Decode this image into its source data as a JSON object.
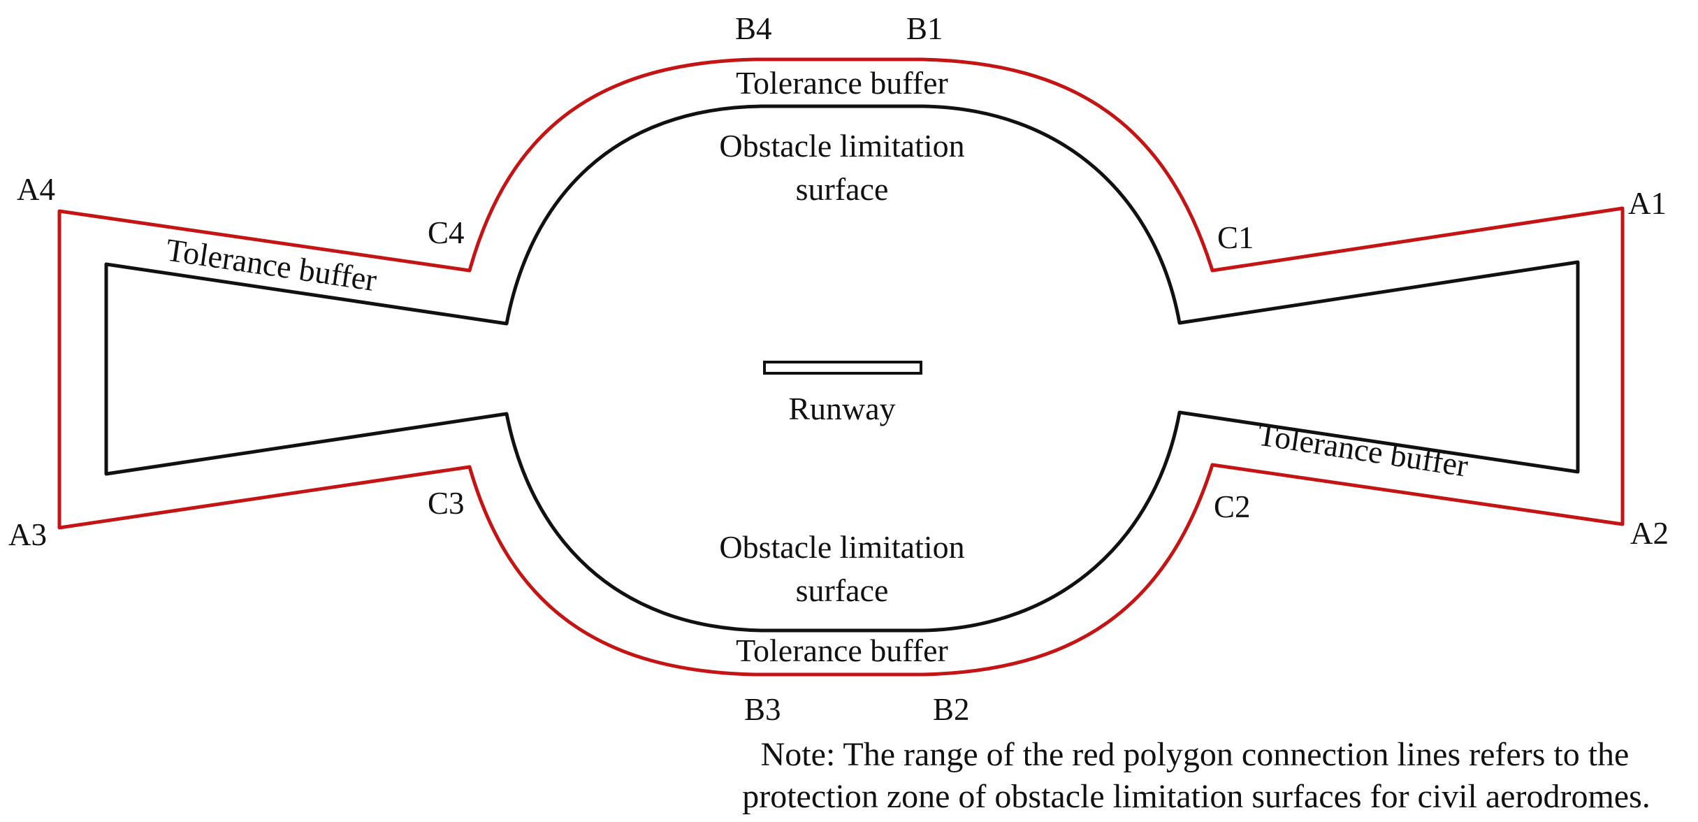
{
  "diagram": {
    "points": {
      "A1": "A1",
      "A2": "A2",
      "A3": "A3",
      "A4": "A4",
      "B1": "B1",
      "B2": "B2",
      "B3": "B3",
      "B4": "B4",
      "C1": "C1",
      "C2": "C2",
      "C3": "C3",
      "C4": "C4"
    },
    "zones": {
      "tolerance_buffer": "Tolerance buffer",
      "obstacle_surface_line1": "Obstacle limitation",
      "obstacle_surface_line2": "surface",
      "runway": "Runway"
    },
    "note": {
      "line1": "Note: The range of the red polygon connection lines refers to the",
      "line2": "protection zone of obstacle limitation surfaces for civil aerodromes."
    },
    "colors": {
      "protection_zone_outline": "#c41414",
      "surface_outline": "#111111"
    }
  }
}
